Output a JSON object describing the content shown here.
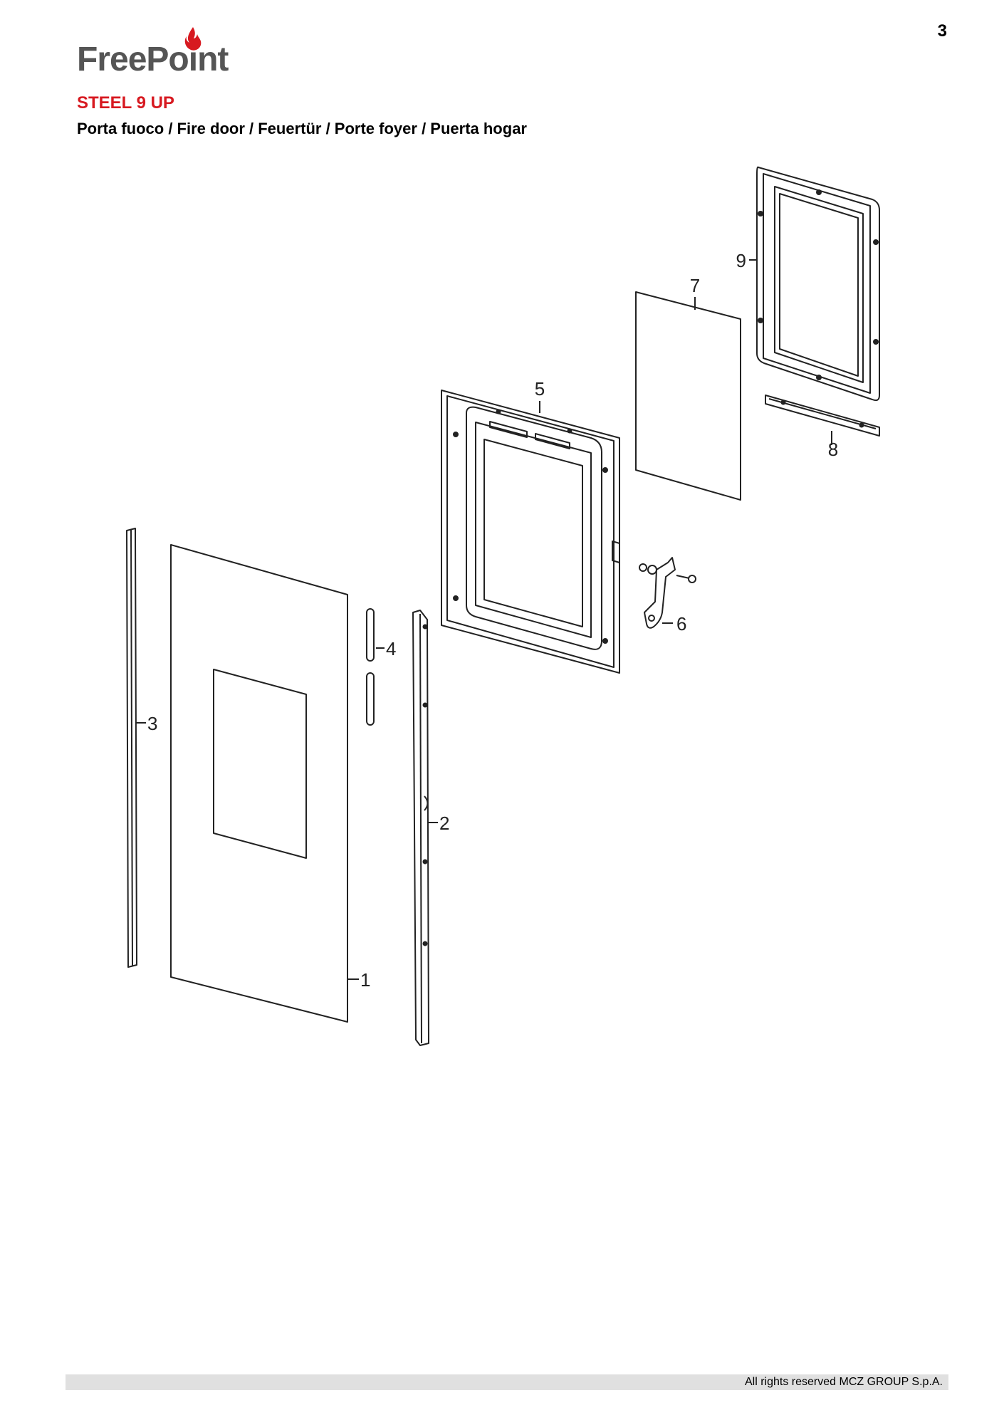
{
  "page_number": "3",
  "logo": {
    "text": "FreePoint",
    "alt": "FreePoint logo"
  },
  "title": "STEEL 9 UP",
  "subtitle": "Porta fuoco / Fire door / Feuertür / Porte foyer / Puerta hogar",
  "callouts": [
    "1",
    "2",
    "3",
    "4",
    "5",
    "6",
    "7",
    "8",
    "9"
  ],
  "footer": "All rights reserved MCZ GROUP S.p.A.",
  "colors": {
    "brand_red": "#d71920",
    "logo_grey": "#555555",
    "footer_bar": "#e0e0e0"
  }
}
